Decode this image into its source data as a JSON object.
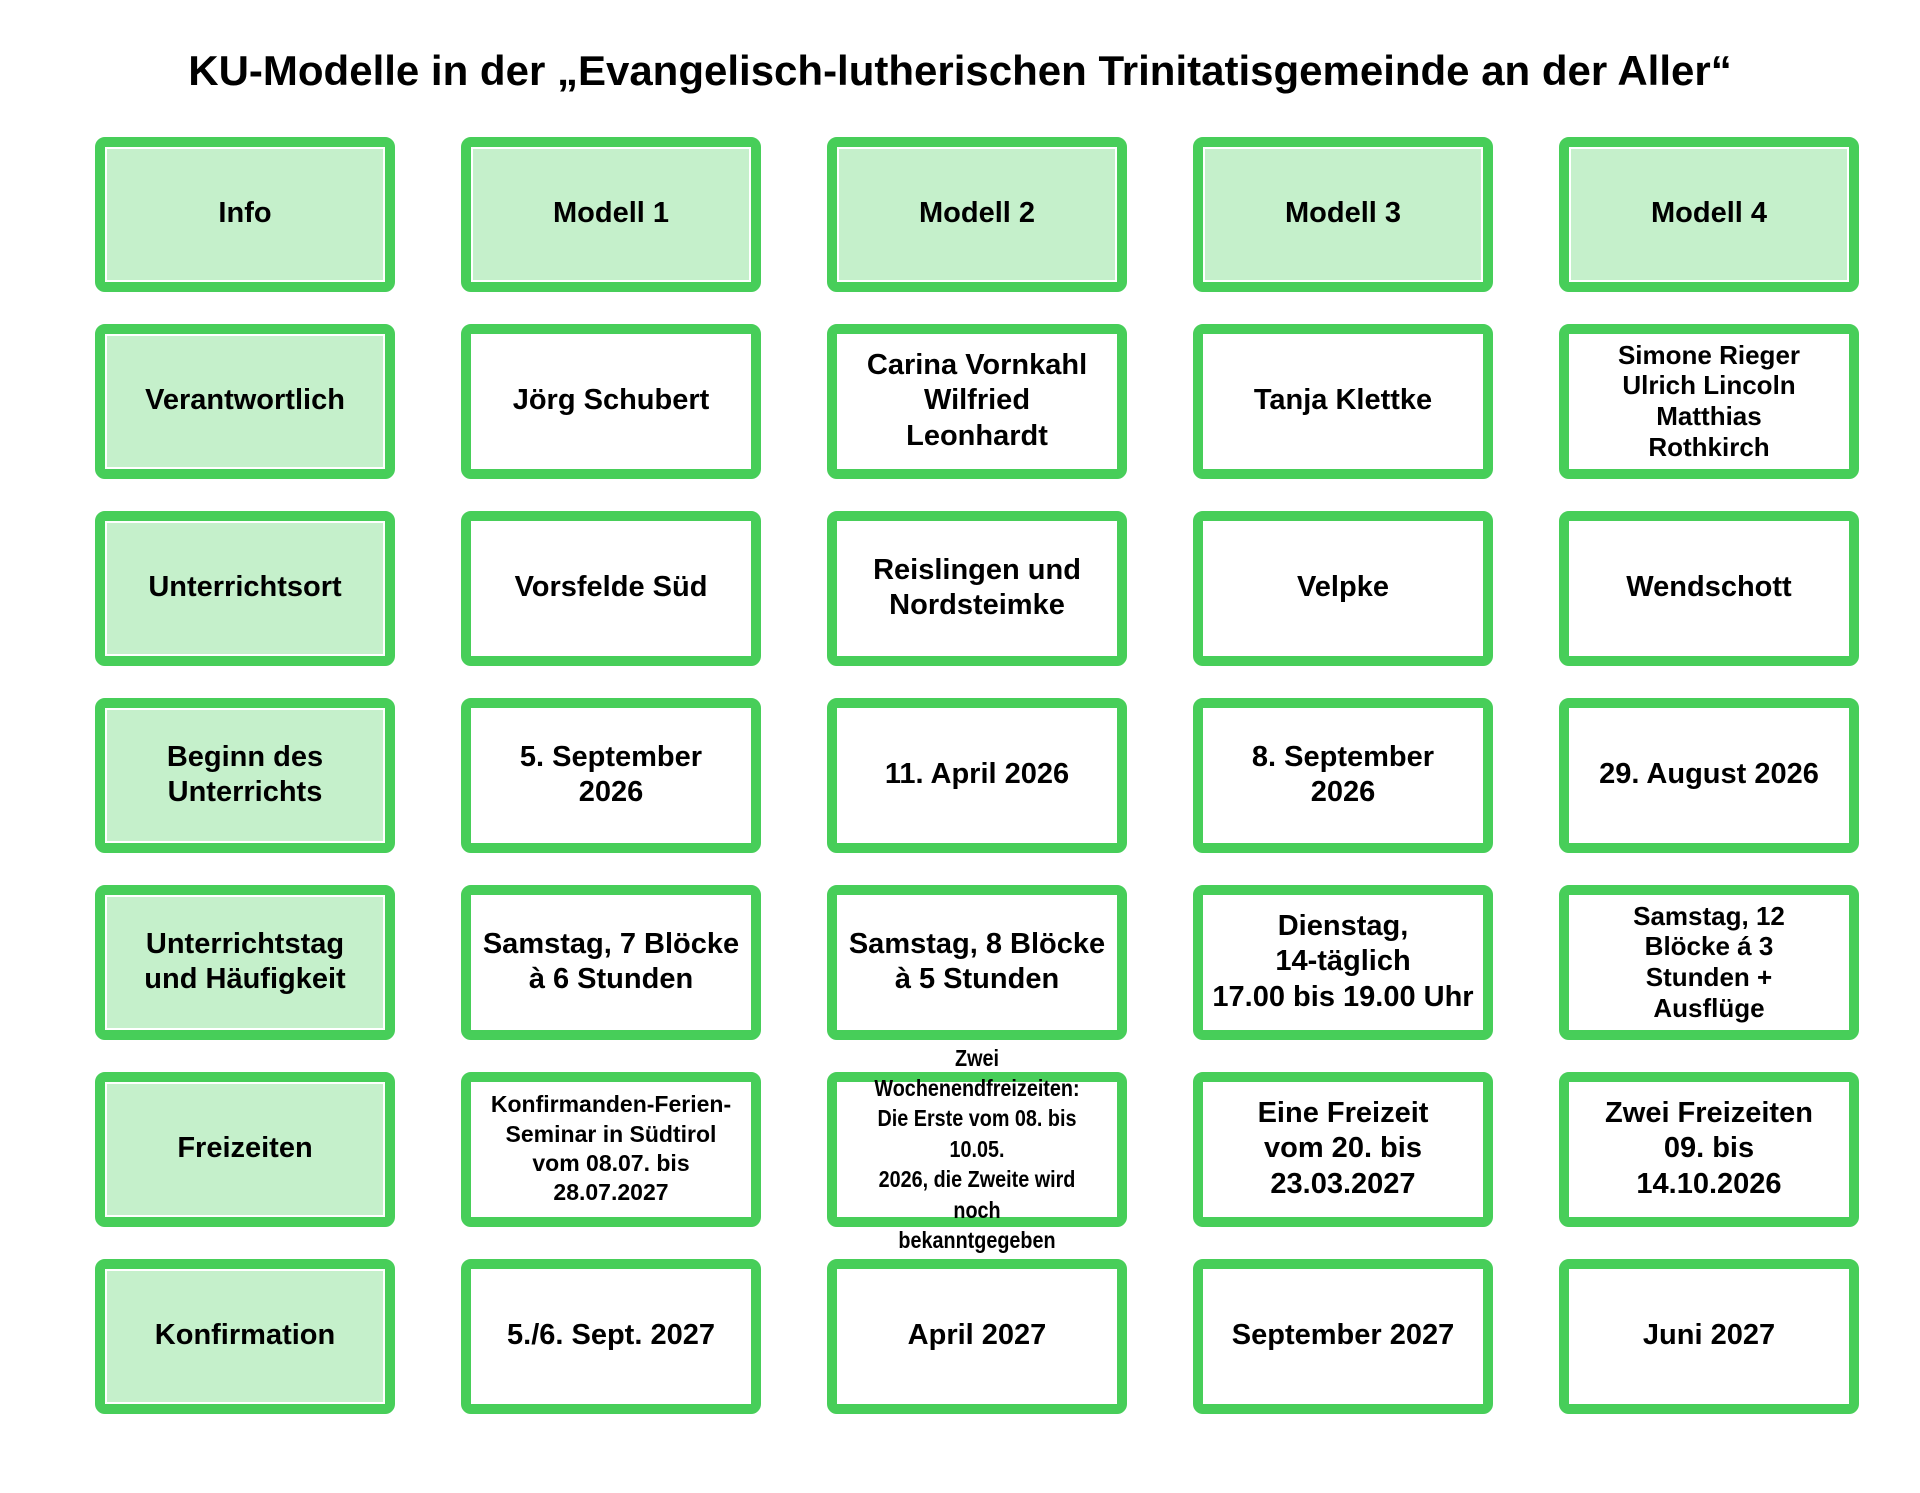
{
  "title": "KU-Modelle in der „Evangelisch-lutherischen Trinitatisgemeinde an der Aller“",
  "colors": {
    "border_green": "#47ce59",
    "fill_light_green": "#c5f0cb",
    "text": "#000000",
    "background": "#ffffff"
  },
  "grid": {
    "rows": [
      {
        "cells": [
          "Info",
          "Modell 1",
          "Modell 2",
          "Modell 3",
          "Modell 4"
        ]
      },
      {
        "cells": [
          "Verantwortlich",
          "Jörg Schubert",
          "Carina Vornkahl\nWilfried\nLeonhardt",
          "Tanja Klettke",
          "Simone Rieger\nUlrich Lincoln\nMatthias\nRothkirch"
        ]
      },
      {
        "cells": [
          "Unterrichtsort",
          "Vorsfelde Süd",
          "Reislingen und\nNordsteimke",
          "Velpke",
          "Wendschott"
        ]
      },
      {
        "cells": [
          "Beginn des\nUnterrichts",
          "5. September\n2026",
          "11. April 2026",
          "8. September\n2026",
          "29. August 2026"
        ]
      },
      {
        "cells": [
          "Unterrichtstag\nund Häufigkeit",
          "Samstag, 7 Blöcke\nà 6 Stunden",
          "Samstag, 8 Blöcke\nà 5 Stunden",
          "Dienstag,\n14-täglich\n17.00 bis 19.00 Uhr",
          "Samstag, 12\nBlöcke á 3\nStunden +\nAusflüge"
        ]
      },
      {
        "cells": [
          "Freizeiten",
          "Konfirmanden-Ferien-\nSeminar in Südtirol\nvom 08.07. bis\n28.07.2027",
          "Zwei Wochenendfreizeiten:\nDie Erste vom 08. bis 10.05.\n2026, die Zweite wird noch\nbekanntgegeben",
          "Eine Freizeit\nvom 20. bis\n23.03.2027",
          "Zwei Freizeiten\n09. bis\n14.10.2026"
        ]
      },
      {
        "cells": [
          "Konfirmation",
          "5./6. Sept. 2027",
          "April 2027",
          "September 2027",
          "Juni 2027"
        ]
      }
    ]
  }
}
